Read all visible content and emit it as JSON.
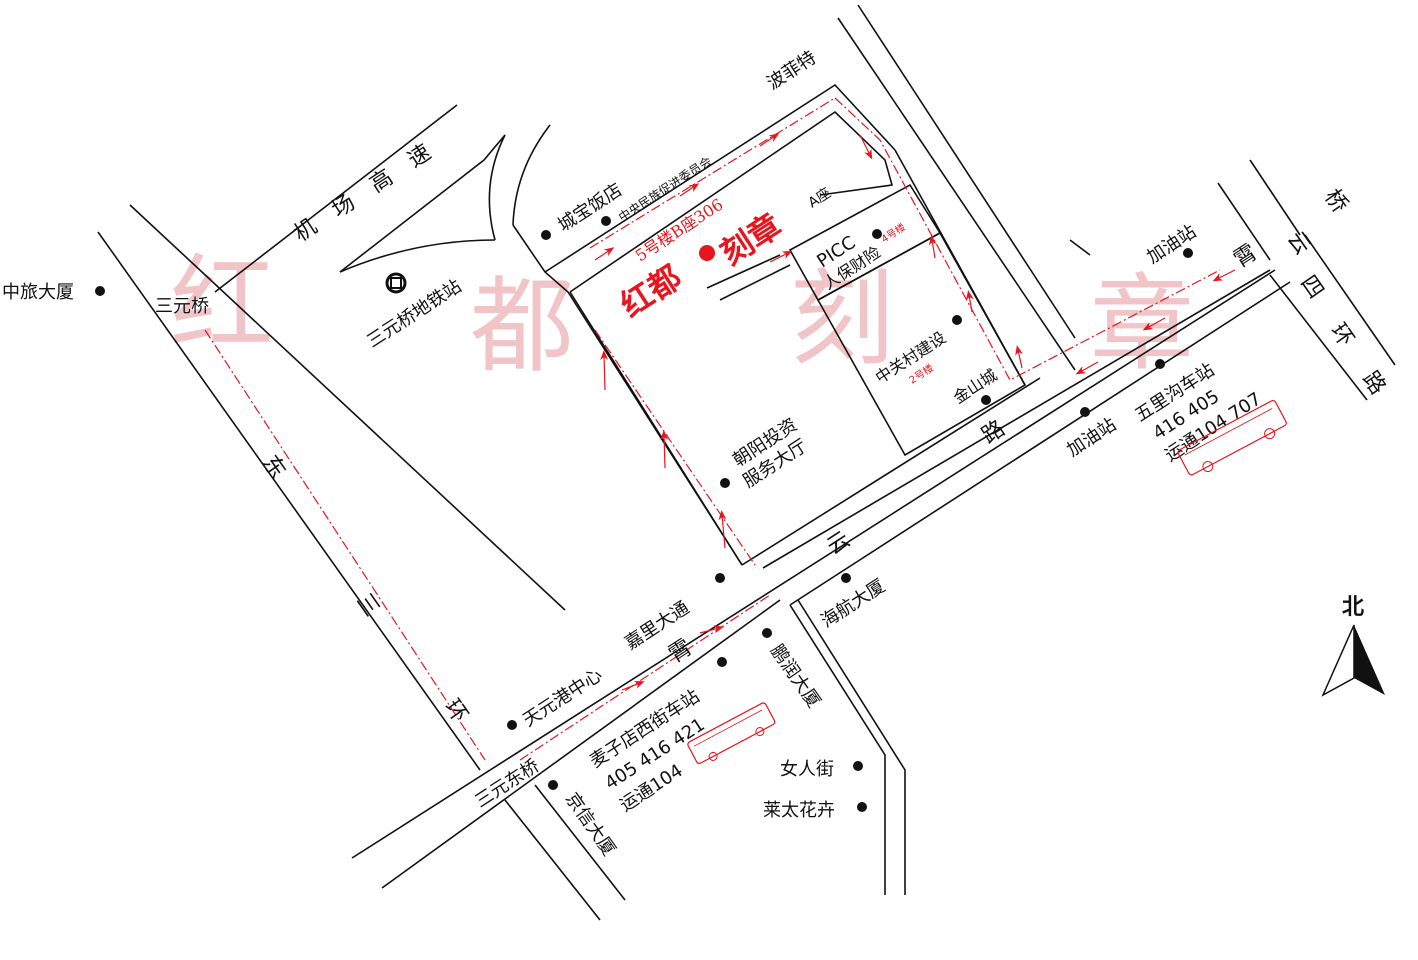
{
  "colors": {
    "road": "#111111",
    "route": "#e8141e",
    "watermark": "#f1c4c8"
  },
  "watermark": [
    "红",
    "都",
    "刻",
    "章"
  ],
  "title": {
    "left": "红都",
    "right": "刻章"
  },
  "address": "5号楼B座306",
  "north": "北",
  "roads": {
    "airport_expressway": [
      "机",
      "场",
      "高",
      "速"
    ],
    "east_3rd_ring": [
      "东",
      "三",
      "环"
    ],
    "east_4th_ring_right": [
      "云",
      "四",
      "环",
      "路"
    ],
    "xiaoyun_road": [
      "霄",
      "云",
      "路"
    ],
    "xiaoyun_road_lower": "霄",
    "yunqiao": [
      "桥"
    ]
  },
  "places": {
    "zhonglv": "中旅大厦",
    "sanyuanqiao": "三元桥",
    "sanyuanqiao_subway": "三元桥地铁站",
    "chengbao_hotel": "城宝饭店",
    "minjin": "中央民族促进委员会",
    "bofeite": "波菲特",
    "a_block": "A座",
    "picc": "PICC",
    "picc_cn": "人保财险",
    "building4": "4号楼",
    "zgc_construction": "中关村建设",
    "building2": "2号楼",
    "jinshancheng": "金山城",
    "chaoyang_service": [
      "朝阳投资",
      "服务大厅"
    ],
    "jialidatong": "嘉里大通",
    "tianyuangang": "天元港中心",
    "sanyuan_east_bridge": "三元东桥",
    "jingxin": "京信大厦",
    "haihang": "海航大厦",
    "pengrun": "鹏润大厦",
    "nvrenjie": "女人街",
    "laitai": "莱太花卉",
    "gas_station_top": "加油站",
    "gas_station_bottom": "加油站"
  },
  "bus_stops": {
    "maizidian": {
      "name": "麦子店西街车站",
      "routes": "405  416  421",
      "yuntong": "运通104"
    },
    "wuligou": {
      "name": "五里沟车站",
      "routes": "416  405",
      "yuntong": "运通104  707"
    }
  }
}
